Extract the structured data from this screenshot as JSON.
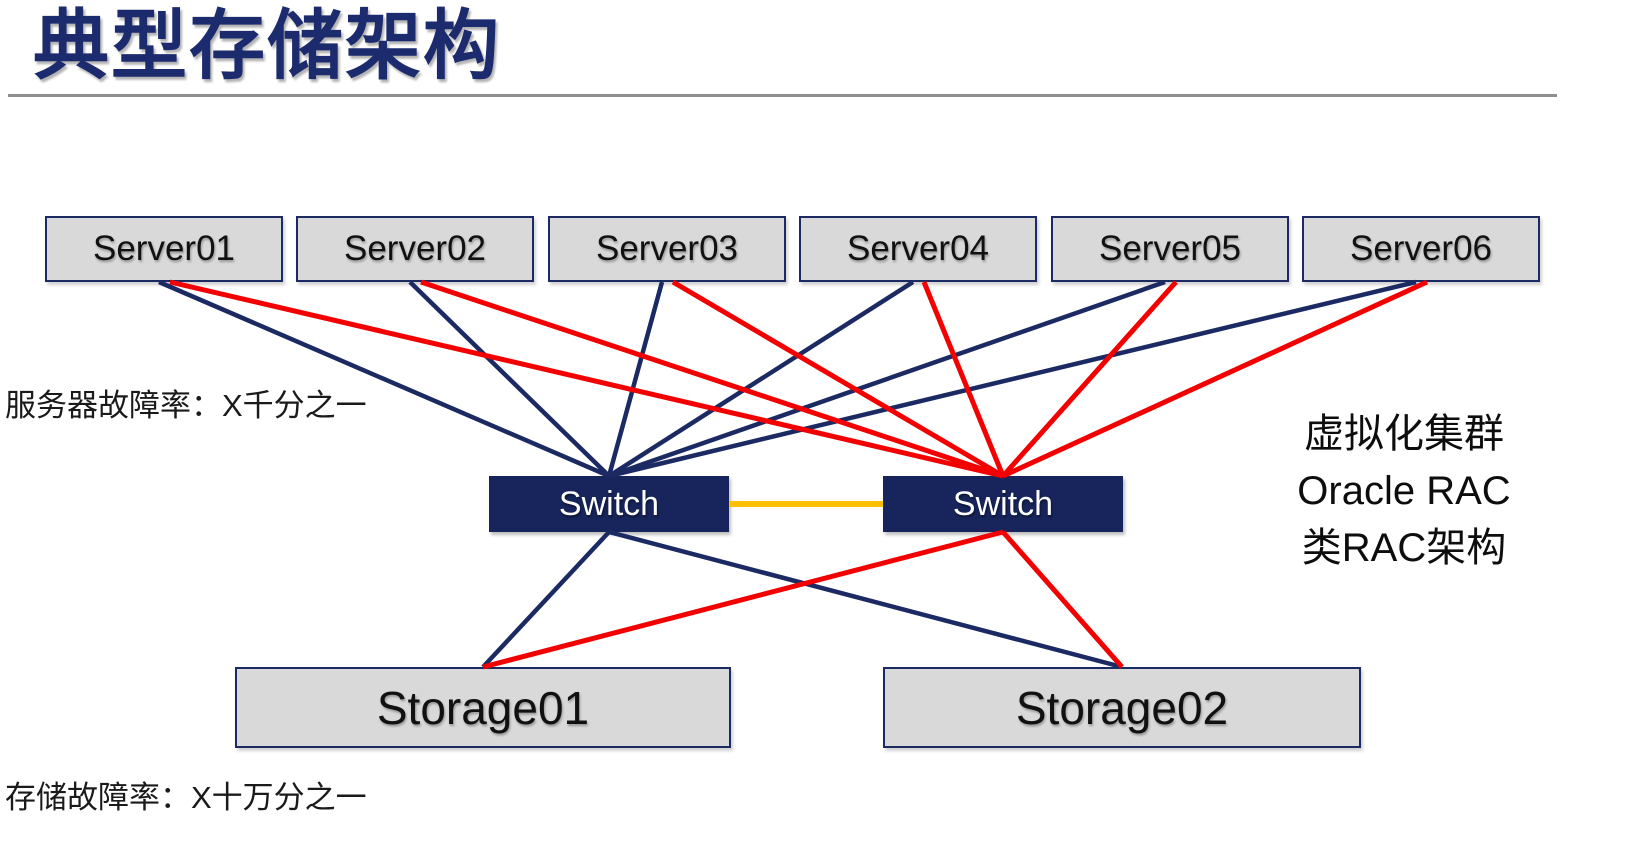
{
  "title": "典型存储架构",
  "colors": {
    "navy": "#1b2a63",
    "red": "#f30000",
    "yellow": "#ffc000",
    "box_fill": "#d9d9d9",
    "switch_fill": "#17255c",
    "divider_gray": "#8f8f8f",
    "title_navy": "#1c2a6e"
  },
  "servers": [
    "Server01",
    "Server02",
    "Server03",
    "Server04",
    "Server05",
    "Server06"
  ],
  "switches": [
    "Switch",
    "Switch"
  ],
  "storages": [
    "Storage01",
    "Storage02"
  ],
  "labels": {
    "server_failure_rate": "服务器故障率：X千分之一",
    "storage_failure_rate": "存储故障率：X十万分之一",
    "note_line1": "虚拟化集群",
    "note_line2": "Oracle RAC",
    "note_line3": "类RAC架构"
  },
  "connections": {
    "edges": [
      {
        "from": "server1",
        "to": "switch-left",
        "color": "navy",
        "fromAnchor": "bottom",
        "toAnchor": "top",
        "dx1": -5,
        "width": 4.5
      },
      {
        "from": "server2",
        "to": "switch-left",
        "color": "navy",
        "fromAnchor": "bottom",
        "toAnchor": "top",
        "dx1": -5,
        "width": 4.5
      },
      {
        "from": "server3",
        "to": "switch-left",
        "color": "navy",
        "fromAnchor": "bottom",
        "toAnchor": "top",
        "dx1": -5,
        "width": 4.5
      },
      {
        "from": "server4",
        "to": "switch-left",
        "color": "navy",
        "fromAnchor": "bottom",
        "toAnchor": "top",
        "dx1": -5,
        "width": 4.5
      },
      {
        "from": "server5",
        "to": "switch-left",
        "color": "navy",
        "fromAnchor": "bottom",
        "toAnchor": "top",
        "dx1": -5,
        "width": 4.5
      },
      {
        "from": "server6",
        "to": "switch-left",
        "color": "navy",
        "fromAnchor": "bottom",
        "toAnchor": "top",
        "dx1": -5,
        "width": 4.5
      },
      {
        "from": "switch-left",
        "to": "storage1",
        "color": "navy",
        "fromAnchor": "bottom",
        "toAnchor": "top",
        "width": 4.5
      },
      {
        "from": "switch-left",
        "to": "storage2",
        "color": "navy",
        "fromAnchor": "bottom",
        "toAnchor": "top",
        "width": 4.5
      },
      {
        "from": "server1",
        "to": "switch-right",
        "color": "red",
        "fromAnchor": "bottom",
        "toAnchor": "top",
        "dx1": 6,
        "width": 5
      },
      {
        "from": "server2",
        "to": "switch-right",
        "color": "red",
        "fromAnchor": "bottom",
        "toAnchor": "top",
        "dx1": 6,
        "width": 5
      },
      {
        "from": "server3",
        "to": "switch-right",
        "color": "red",
        "fromAnchor": "bottom",
        "toAnchor": "top",
        "dx1": 6,
        "width": 5
      },
      {
        "from": "server4",
        "to": "switch-right",
        "color": "red",
        "fromAnchor": "bottom",
        "toAnchor": "top",
        "dx1": 6,
        "width": 5
      },
      {
        "from": "server5",
        "to": "switch-right",
        "color": "red",
        "fromAnchor": "bottom",
        "toAnchor": "top",
        "dx1": 6,
        "width": 5
      },
      {
        "from": "server6",
        "to": "switch-right",
        "color": "red",
        "fromAnchor": "bottom",
        "toAnchor": "top",
        "dx1": 6,
        "width": 5
      },
      {
        "from": "switch-right",
        "to": "storage1",
        "color": "red",
        "fromAnchor": "bottom",
        "toAnchor": "top",
        "width": 5
      },
      {
        "from": "switch-right",
        "to": "storage2",
        "color": "red",
        "fromAnchor": "bottom",
        "toAnchor": "top",
        "width": 5
      },
      {
        "from": "switch-left",
        "to": "switch-right",
        "color": "yellow",
        "fromAnchor": "right",
        "toAnchor": "left",
        "width": 6
      }
    ]
  }
}
